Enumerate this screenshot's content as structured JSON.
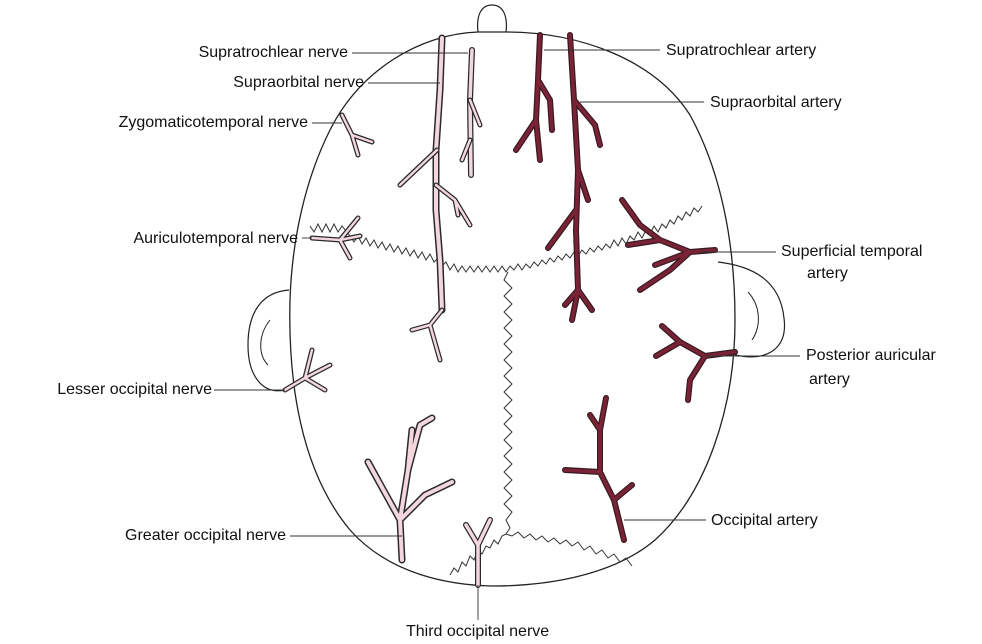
{
  "labels": {
    "supratrochlear_nerve": "Supratrochlear nerve",
    "supraorbital_nerve": "Supraorbital nerve",
    "zygomaticotemporal_nerve": "Zygomaticotemporal nerve",
    "auriculotemporal_nerve": "Auriculotemporal nerve",
    "lesser_occipital_nerve": "Lesser occipital nerve",
    "greater_occipital_nerve": "Greater occipital nerve",
    "third_occipital_nerve": "Third occipital nerve",
    "supratrochlear_artery": "Supratrochlear artery",
    "supraorbital_artery": "Supraorbital artery",
    "superficial_temporal_artery_1": "Superficial temporal",
    "superficial_temporal_artery_2": "artery",
    "posterior_auricular_artery_1": "Posterior auricular",
    "posterior_auricular_artery_2": "artery",
    "occipital_artery": "Occipital artery"
  },
  "colors": {
    "outline": "#222222",
    "nerve_fill": "#f3d6de",
    "artery": "#7a2336",
    "leader": "#333333"
  }
}
